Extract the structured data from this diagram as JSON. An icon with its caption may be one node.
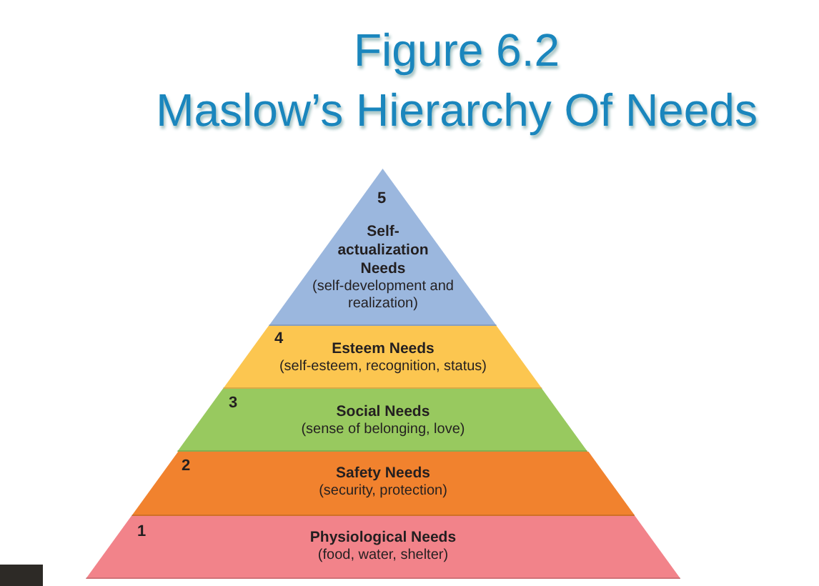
{
  "diagram": {
    "title": "Maslow’s Hierarchy Of Needs",
    "labels": [
      "Figure 6.2"
    ],
    "nodes": [
      {
        "text": [
          "5",
          "Self-actualization Needs",
          "(self-development and realization)"
        ]
      },
      {
        "text": [
          "4",
          "Esteem Needs",
          "(self-esteem, recognition, status)"
        ]
      },
      {
        "text": [
          "3",
          "Social Needs",
          "(sense of belonging, love)"
        ]
      },
      {
        "text": [
          "2",
          "Safety Needs",
          "(security, protection)"
        ]
      },
      {
        "text": [
          "1",
          "Physiological Needs",
          "(food, water, shelter)"
        ]
      }
    ]
  }
}
